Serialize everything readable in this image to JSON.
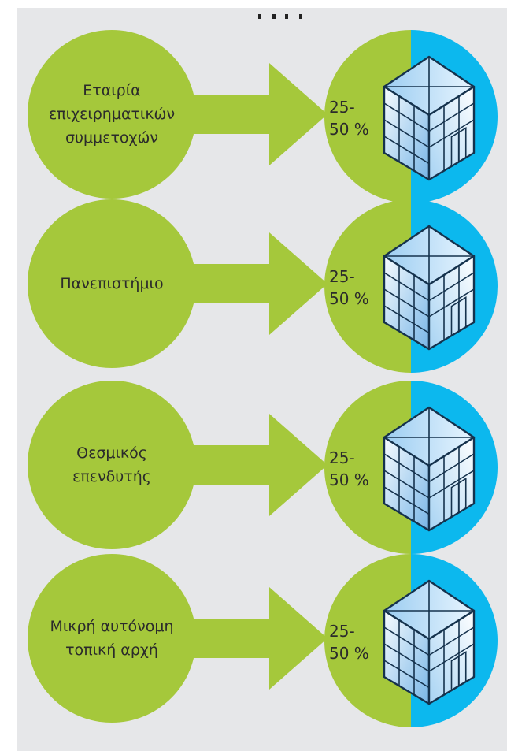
{
  "colors": {
    "green": "#a5c83b",
    "blue": "#0cb8ee",
    "background": "#e6e7e9"
  },
  "icons": {
    "arrow": "right-arrow-icon",
    "building": "building-cube-icon"
  },
  "rows": [
    {
      "entity": "Εταιρία\nεπιχειρηματικών\nσυμμετοχών",
      "percent": "25-\n50 %"
    },
    {
      "entity": "Πανεπιστήμιο",
      "percent": "25-\n50 %"
    },
    {
      "entity": "Θεσμικός\nεπενδυτής",
      "percent": "25-\n50 %"
    },
    {
      "entity": "Μικρή αυτόνομη\nτοπική αρχή",
      "percent": "25-\n50 %"
    }
  ]
}
